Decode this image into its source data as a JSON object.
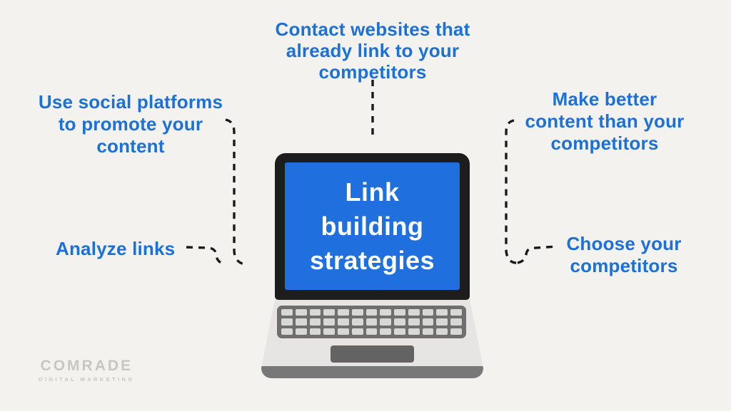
{
  "colors": {
    "background": "#f3f2ef",
    "callout_text": "#1b70d9",
    "screen_blue": "#1f70de",
    "screen_text": "#ffffff",
    "connector": "#1a1a1a",
    "laptop_bezel": "#1d1d1d",
    "laptop_base": "#e6e5e3",
    "keyboard_frame": "#6f6f6f",
    "keys": "#d8d8d6",
    "logo_gray": "#c8c6c3"
  },
  "laptop": {
    "screen_title": "Link\nbuilding\nstrategies"
  },
  "callouts": {
    "top": "Contact websites that\nalready link to your\ncompetitors",
    "left_top": "Use social platforms\nto promote your\ncontent",
    "left_bottom": "Analyze links",
    "right_top": "Make better\ncontent than your\ncompetitors",
    "right_bottom": "Choose your\ncompetitors"
  },
  "logo": {
    "name": "COMRADE",
    "tagline": "DIGITAL MARKETING"
  },
  "keyboard": {
    "columns": 13,
    "rows": 3
  }
}
